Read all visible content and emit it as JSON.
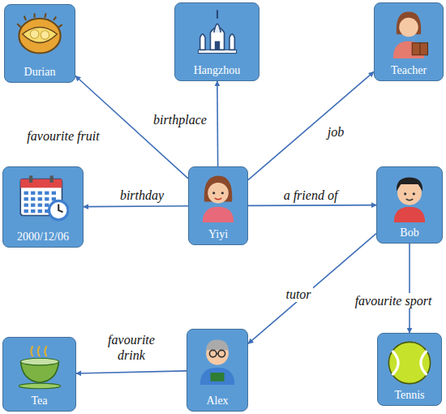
{
  "diagram": {
    "nodes": [
      {
        "text": [
          "Durian"
        ]
      },
      {
        "text": [
          "Hangzhou"
        ]
      },
      {
        "text": [
          "Teacher"
        ]
      },
      {
        "text": [
          "2000/12/06"
        ]
      },
      {
        "text": [
          "Yiyi"
        ]
      },
      {
        "text": [
          "Bob"
        ]
      },
      {
        "text": [
          "Tea"
        ]
      },
      {
        "text": [
          "Alex"
        ]
      },
      {
        "text": [
          "Tennis"
        ]
      }
    ],
    "edges": [
      {
        "from": 4,
        "to": 0,
        "label": "favourite fruit",
        "arrow": "to"
      },
      {
        "from": 4,
        "to": 1,
        "label": "birthplace",
        "arrow": "to"
      },
      {
        "from": 4,
        "to": 2,
        "label": "job",
        "arrow": "to"
      },
      {
        "from": 4,
        "to": 3,
        "label": "birthday",
        "arrow": "to"
      },
      {
        "from": 4,
        "to": 5,
        "label": "a friend of",
        "arrow": "to"
      },
      {
        "from": 5,
        "to": 7,
        "label": "tutor",
        "arrow": "to"
      },
      {
        "from": 5,
        "to": 8,
        "label": "favourite sport",
        "arrow": "to"
      },
      {
        "from": 7,
        "to": 6,
        "label": "favourite drink",
        "arrow": "to"
      }
    ]
  }
}
